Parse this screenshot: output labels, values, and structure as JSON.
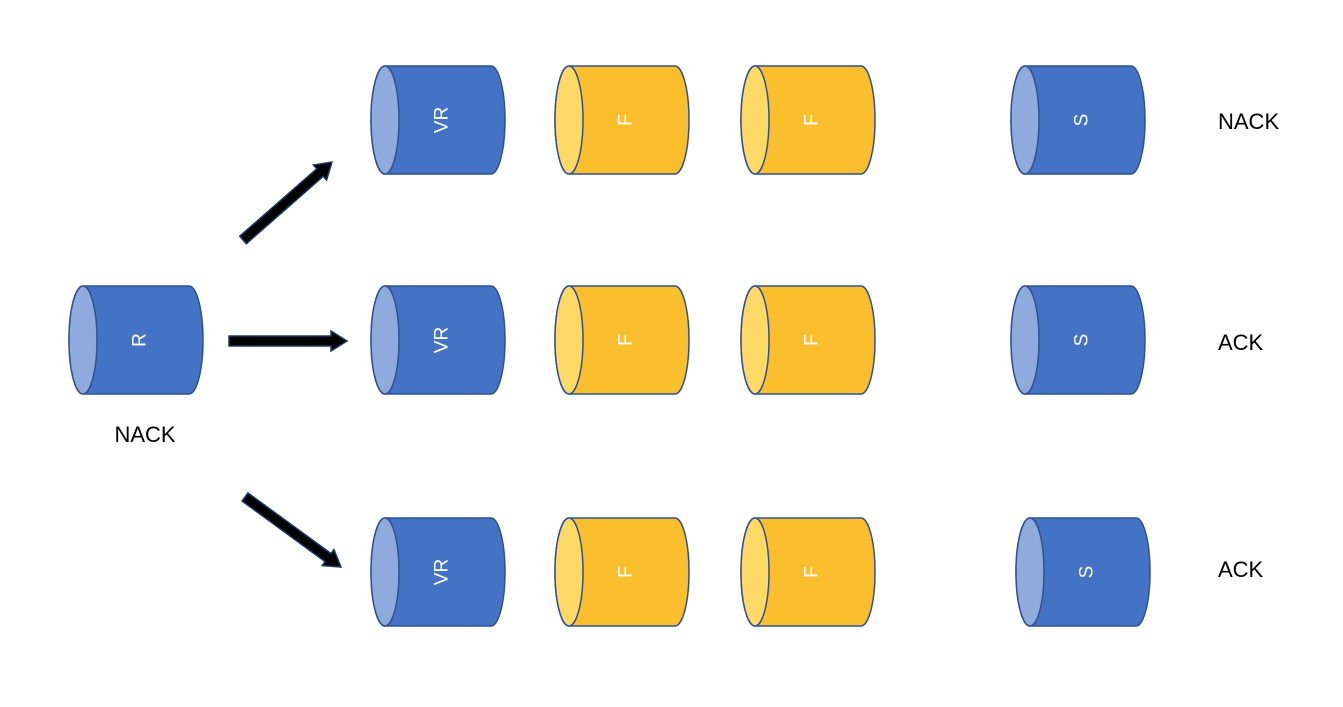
{
  "colors": {
    "blue_body": "#4472C4",
    "blue_end": "#8FAADC",
    "blue_stroke": "#2F528F",
    "yellow_body": "#FBBF2E",
    "yellow_end": "#FFD966",
    "yellow_stroke": "#2F528F",
    "arrow": "#000000",
    "arrow_outline": "#1F3864"
  },
  "source": {
    "label": "R",
    "status": "NACK",
    "color": "blue"
  },
  "rows": [
    {
      "nodes": [
        {
          "label": "VR",
          "color": "blue"
        },
        {
          "label": "F",
          "color": "yellow"
        },
        {
          "label": "F",
          "color": "yellow"
        },
        {
          "label": "S",
          "color": "blue"
        }
      ],
      "status": "NACK"
    },
    {
      "nodes": [
        {
          "label": "VR",
          "color": "blue"
        },
        {
          "label": "F",
          "color": "yellow"
        },
        {
          "label": "F",
          "color": "yellow"
        },
        {
          "label": "S",
          "color": "blue"
        }
      ],
      "status": "ACK"
    },
    {
      "nodes": [
        {
          "label": "VR",
          "color": "blue"
        },
        {
          "label": "F",
          "color": "yellow"
        },
        {
          "label": "F",
          "color": "yellow"
        },
        {
          "label": "S",
          "color": "blue"
        }
      ],
      "status": "ACK"
    }
  ]
}
